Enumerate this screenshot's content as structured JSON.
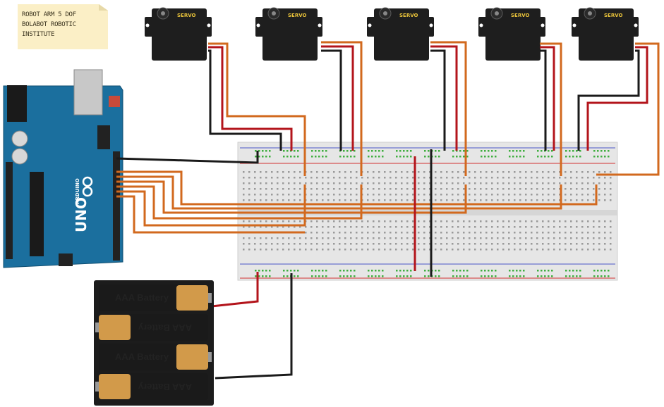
{
  "note": {
    "text": "ROBOT ARM 5 DOF\nBOLABOT ROBOTIC\nINSTITUTE"
  },
  "servo": {
    "label": "SERVO",
    "count": 5
  },
  "arduino": {
    "board_label": "UNO",
    "brand_label": "ARDUINO"
  },
  "battery": {
    "cells": [
      {
        "label": "AAA Battery"
      },
      {
        "label": "AAA Battery"
      },
      {
        "label": "AAA Battery"
      },
      {
        "label": "AAA Battery"
      }
    ]
  },
  "colors": {
    "signal_wire": "#d2691e",
    "power_wire": "#b3141b",
    "ground_wire": "#1a1a1a",
    "board": "#1b6f9e",
    "breadboard": "#e6e6e6",
    "note": "#fbefc6"
  }
}
